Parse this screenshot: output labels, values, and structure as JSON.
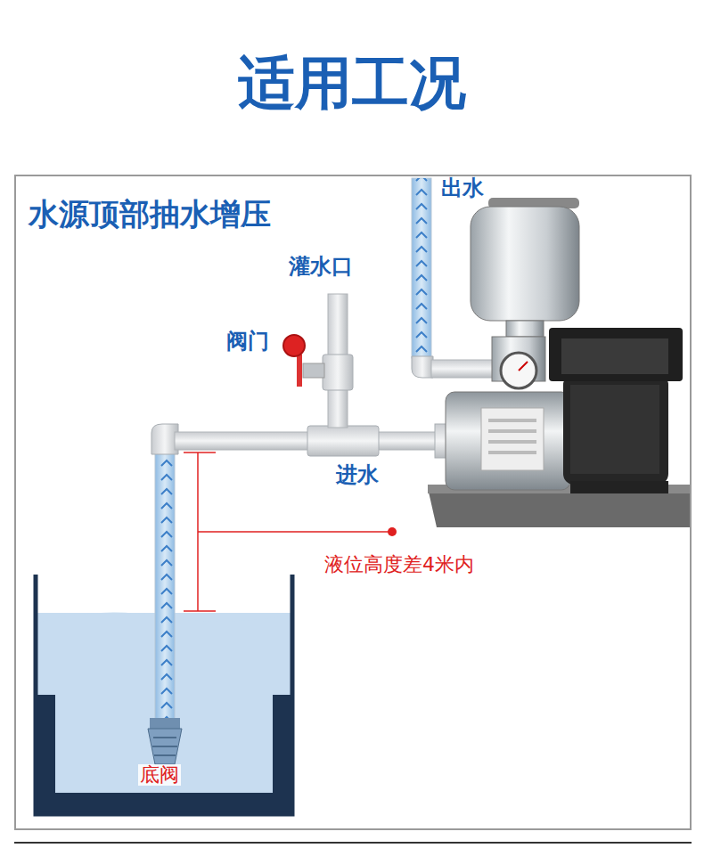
{
  "diagram": {
    "title": "适用工况",
    "nodes": [
      {
        "text": [
          "水源顶部抽水增压"
        ]
      }
    ],
    "labels": [
      "出水",
      "灌水口",
      "阀门",
      "进水",
      "液位高度差4米内",
      "底阀"
    ]
  }
}
